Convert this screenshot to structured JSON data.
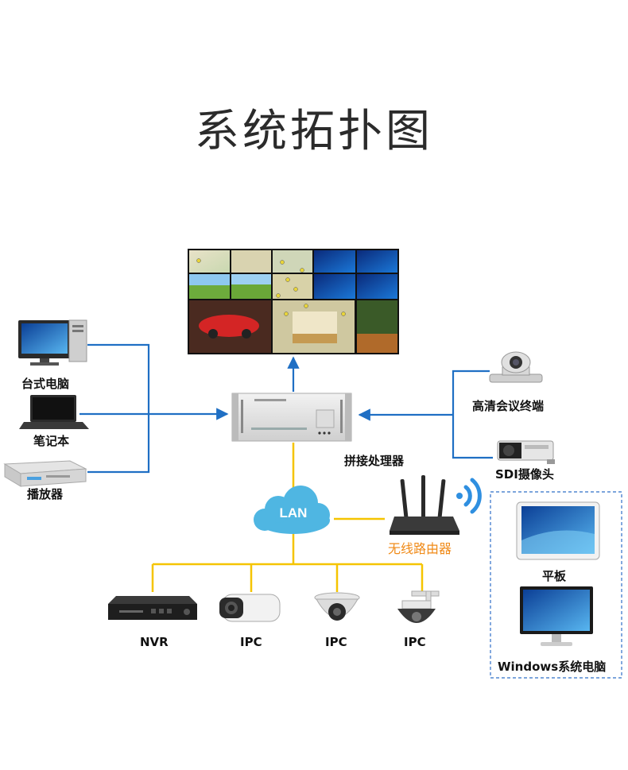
{
  "title": "系统拓扑图",
  "nodes": {
    "desktop": "台式电脑",
    "laptop": "笔记本",
    "player": "播放器",
    "processor": "拼接处理器",
    "conference": "高清会议终端",
    "sdi_camera": "SDI摄像头",
    "lan": "LAN",
    "router": "无线路由器",
    "tablet": "平板",
    "windows_pc": "Windows系统电脑",
    "nvr": "NVR",
    "ipc1": "IPC",
    "ipc2": "IPC",
    "ipc3": "IPC"
  },
  "colors": {
    "blue_line": "#1f6fc4",
    "yellow_line": "#f5c400",
    "lan_cloud": "#4fb6e2",
    "orange_label": "#f08a17"
  },
  "icons": [
    "desktop-pc-icon",
    "laptop-icon",
    "media-player-icon",
    "video-wall-icon",
    "splice-processor-icon",
    "conference-camera-icon",
    "sdi-camera-icon",
    "lan-cloud-icon",
    "wireless-router-icon",
    "wifi-signal-icon",
    "tablet-icon",
    "monitor-icon",
    "nvr-icon",
    "bullet-camera-icon",
    "dome-camera-icon",
    "ptz-camera-icon"
  ]
}
